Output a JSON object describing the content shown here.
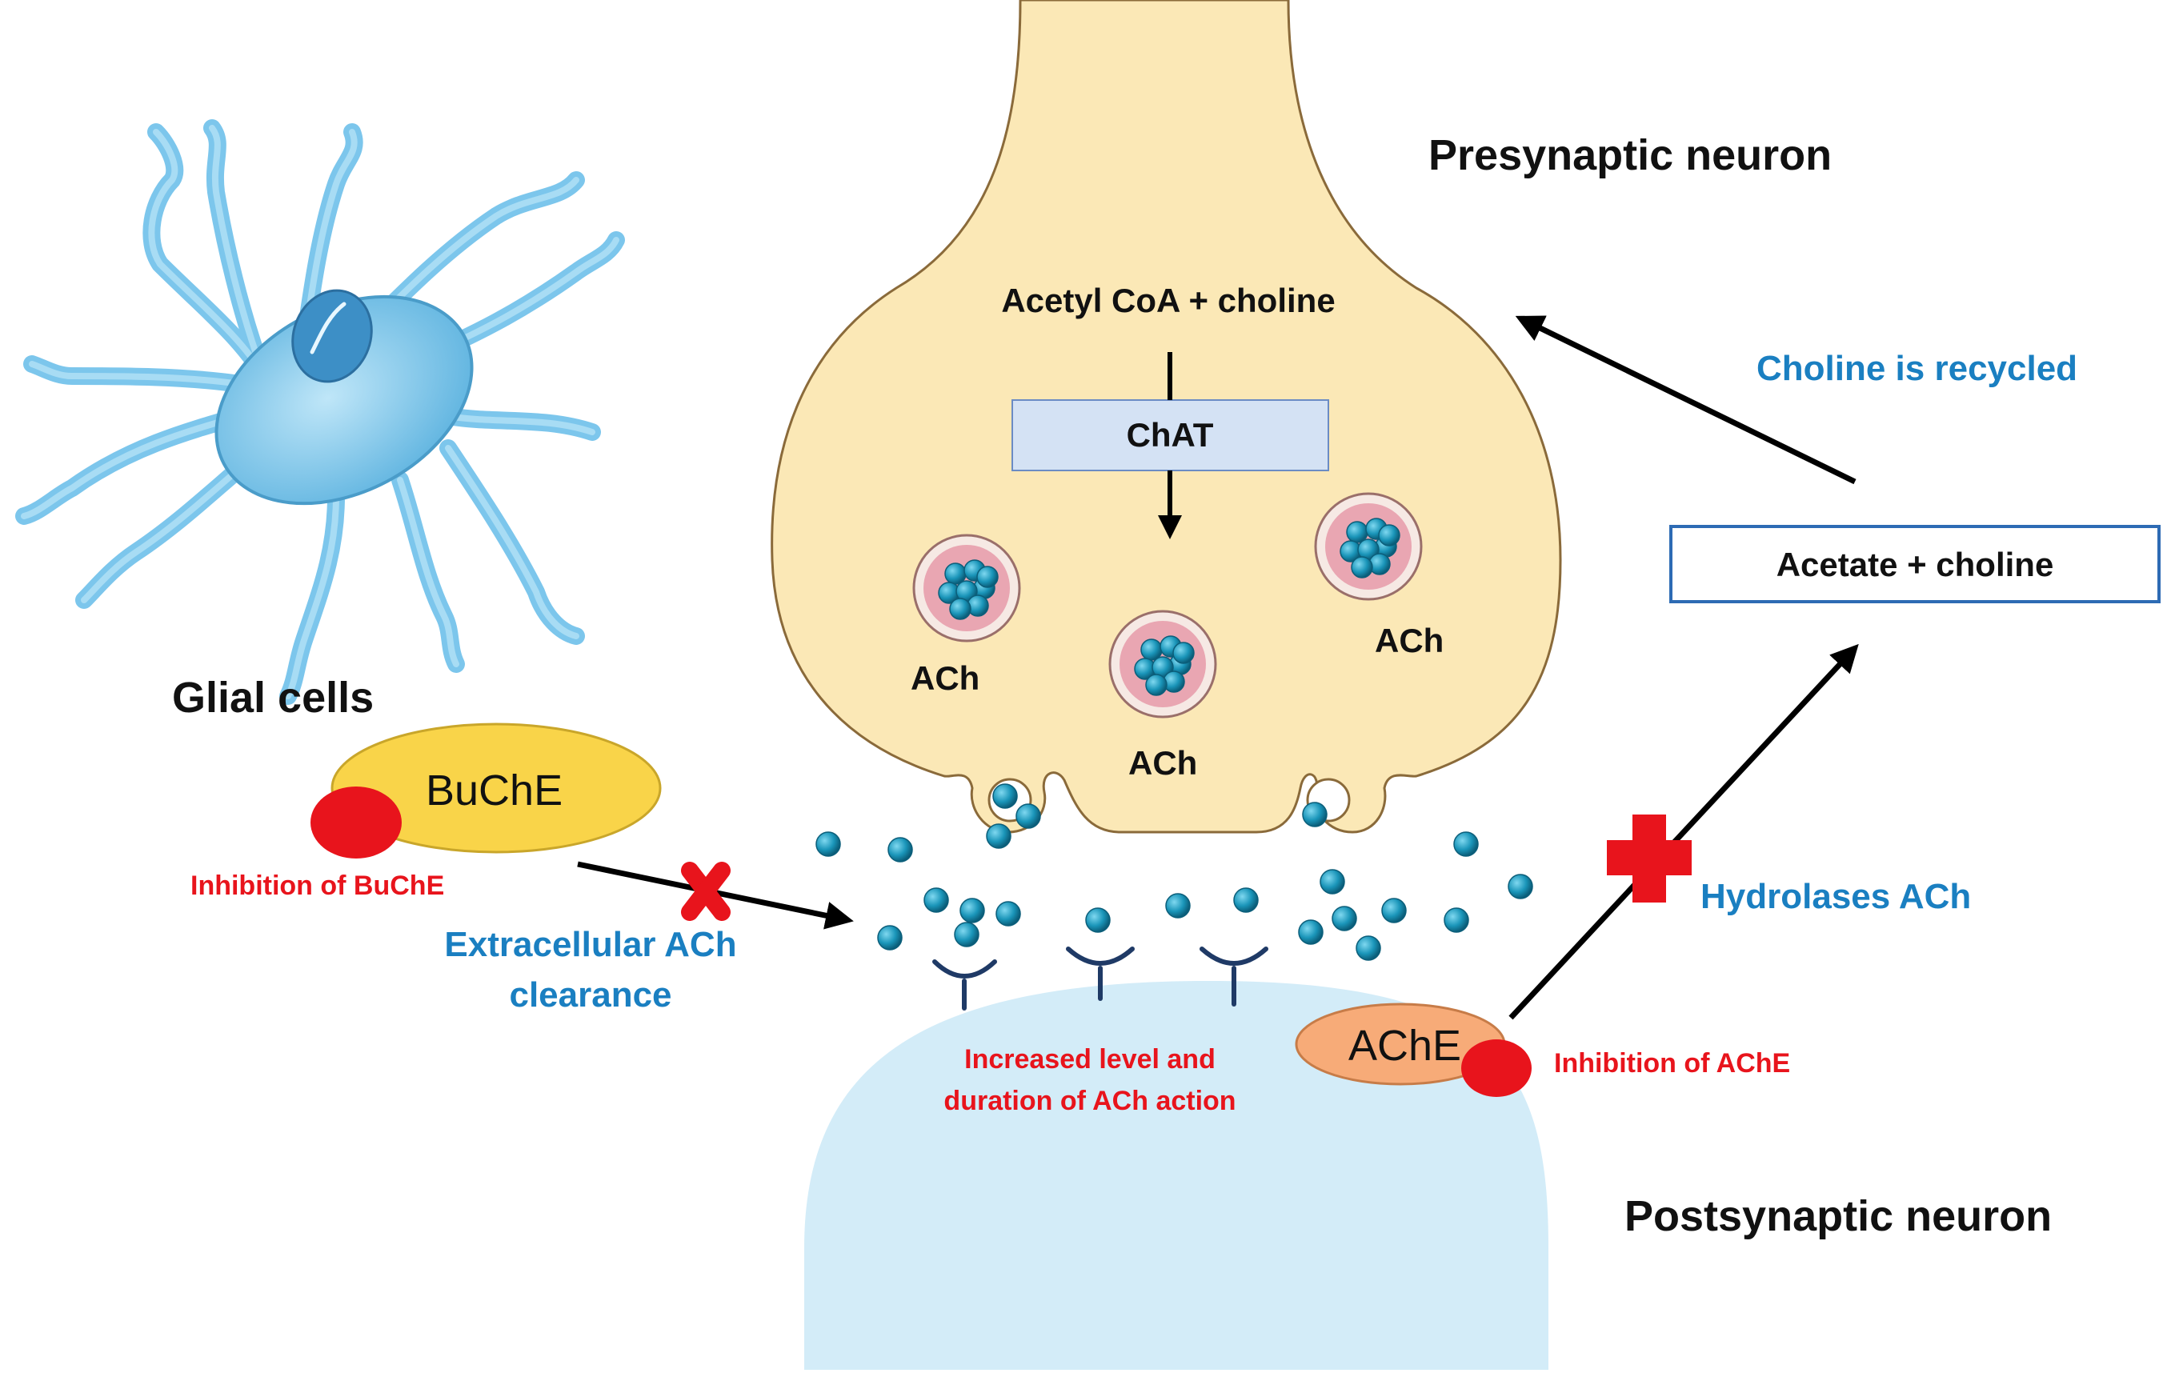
{
  "labels": {
    "presynaptic": "Presynaptic neuron",
    "postsynaptic": "Postsynaptic neuron",
    "glial": "Glial cells",
    "acetyl_coa": "Acetyl CoA + choline",
    "chat": "ChAT",
    "ach_1": "ACh",
    "ach_2": "ACh",
    "ach_3": "ACh",
    "choline_recycled": "Choline is recycled",
    "acetate_choline": "Acetate + choline",
    "hydrolases": "Hydrolases ACh",
    "buche": "BuChE",
    "ache": "AChE",
    "inhibition_buche": "Inhibition of BuChE",
    "inhibition_ache": "Inhibition of AChE",
    "extracellular_1": "Extracellular ACh",
    "extracellular_2": "clearance",
    "increased_1": "Increased level and",
    "increased_2": "duration of ACh action"
  },
  "colors": {
    "presynaptic_fill": "#fbe8b6",
    "presynaptic_stroke": "#8a6a3a",
    "postsynaptic_fill": "#d3ecf8",
    "glial_fill": "#7cc6ec",
    "chat_fill": "#d4e2f4",
    "molecule": "#1a95b9",
    "vesicle_fill": "#e9a6b2",
    "buche_fill": "#f9d449",
    "ache_fill": "#f7ab78",
    "inhibitor_red": "#e8141c",
    "label_blue": "#1a7fc1",
    "receptor": "#1f3a66"
  }
}
